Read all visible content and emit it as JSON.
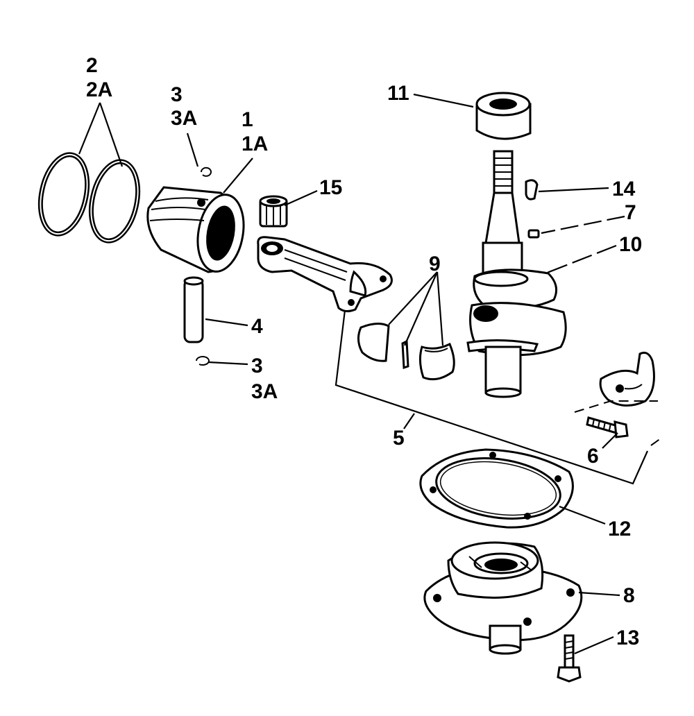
{
  "labels": {
    "l2": "2",
    "l2a": "2A",
    "l3top": "3",
    "l3atop": "3A",
    "l1": "1",
    "l1a": "1A",
    "l15": "15",
    "l4": "4",
    "l3bot": "3",
    "l3abot": "3A",
    "l9": "9",
    "l11": "11",
    "l14": "14",
    "l7": "7",
    "l10": "10",
    "l5": "5",
    "l6": "6",
    "l12": "12",
    "l8": "8",
    "l13": "13"
  },
  "parts": {
    "piston_rings": "ring-icon",
    "retaining_ring": "snap-ring-icon",
    "piston": "piston-icon",
    "piston_pin": "pin-icon",
    "needle_bearing": "bearing-icon",
    "connecting_rod": "connecting-rod-icon",
    "bearing_inserts": "bearing-insert-icon",
    "crankshaft": "crankshaft-icon",
    "upper_bearing": "bearing-icon",
    "key": "key-icon",
    "pin": "pin-icon",
    "rod_cap": "rod-cap-icon",
    "rod_screw": "screw-icon",
    "gasket": "gasket-icon",
    "lower_bearing_housing": "housing-icon",
    "housing_screw": "screw-icon"
  }
}
